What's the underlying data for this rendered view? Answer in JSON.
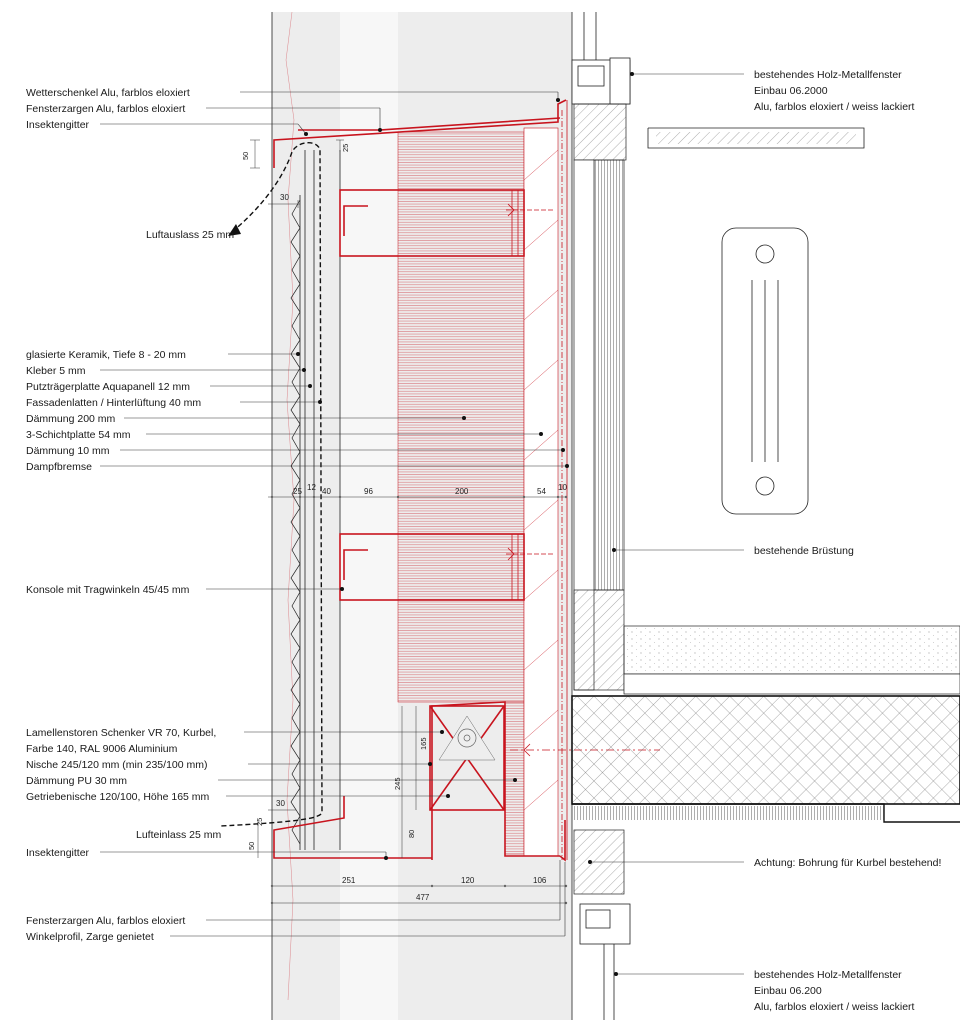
{
  "colors": {
    "accent_red": "#c8141e",
    "line": "#222222",
    "wall_fill": "#ededed"
  },
  "left_labels": [
    {
      "id": "wetterschenkel",
      "text": "Wetterschenkel Alu, farblos eloxiert"
    },
    {
      "id": "fensterzargen-top",
      "text": "Fensterzargen Alu, farblos eloxiert"
    },
    {
      "id": "insektengitter-top",
      "text": "Insektengitter"
    },
    {
      "id": "luftauslass",
      "text": "Luftauslass 25 mm"
    },
    {
      "id": "keramik",
      "text": "glasierte Keramik, Tiefe 8 - 20 mm"
    },
    {
      "id": "kleber",
      "text": "Kleber 5 mm"
    },
    {
      "id": "putztraeger",
      "text": "Putzträgerplatte  Aquapanell 12 mm"
    },
    {
      "id": "fassadenlatten",
      "text": "Fassadenlatten / Hinterlüftung 40 mm"
    },
    {
      "id": "daemmung200",
      "text": "Dämmung 200 mm"
    },
    {
      "id": "schichtplatte",
      "text": "3-Schichtplatte 54 mm"
    },
    {
      "id": "daemmung10",
      "text": "Dämmung 10 mm"
    },
    {
      "id": "dampfbremse",
      "text": "Dampfbremse"
    },
    {
      "id": "konsole",
      "text": "Konsole mit Tragwinkeln 45/45 mm"
    },
    {
      "id": "lamellenstoren1",
      "text": "Lamellenstoren Schenker VR 70, Kurbel,"
    },
    {
      "id": "lamellenstoren2",
      "text": "Farbe 140, RAL 9006 Aluminium"
    },
    {
      "id": "nische",
      "text": "Nische 245/120 mm (min 235/100 mm)"
    },
    {
      "id": "daemmungpu",
      "text": "Dämmung PU 30 mm"
    },
    {
      "id": "getriebe",
      "text": "Getriebenische 120/100, Höhe 165 mm"
    },
    {
      "id": "lufteinlass",
      "text": "Lufteinlass 25 mm"
    },
    {
      "id": "insektengitter-bottom",
      "text": "Insektengitter"
    },
    {
      "id": "fensterzargen-bottom",
      "text": "Fensterzargen Alu, farblos eloxiert"
    },
    {
      "id": "winkelprofil",
      "text": "Winkelprofil, Zarge genietet"
    }
  ],
  "right_labels": [
    {
      "id": "fenster-top-1",
      "text": "bestehendes Holz-Metallfenster"
    },
    {
      "id": "fenster-top-2",
      "text": "Einbau 06.2000"
    },
    {
      "id": "fenster-top-3",
      "text": "Alu, farblos eloxiert / weiss lackiert"
    },
    {
      "id": "bruestung",
      "text": "bestehende Brüstung"
    },
    {
      "id": "achtung",
      "text": "Achtung: Bohrung für Kurbel bestehend!"
    },
    {
      "id": "fenster-bottom-1",
      "text": "bestehendes Holz-Metallfenster"
    },
    {
      "id": "fenster-bottom-2",
      "text": "Einbau 06.200"
    },
    {
      "id": "fenster-bottom-3",
      "text": "Alu, farblos eloxiert / weiss lackiert"
    }
  ],
  "dimensions": {
    "layer_row": [
      "25",
      "12",
      "40",
      "96",
      "200",
      "54",
      "10"
    ],
    "top_50": "50",
    "top_25": "25",
    "top_30": "30",
    "bottom_30": "30",
    "bottom_25": "25",
    "bottom_50": "50",
    "box_165": "165",
    "box_245": "245",
    "box_80": "80",
    "bottom_251": "251",
    "bottom_120": "120",
    "bottom_106": "106",
    "bottom_477": "477"
  }
}
